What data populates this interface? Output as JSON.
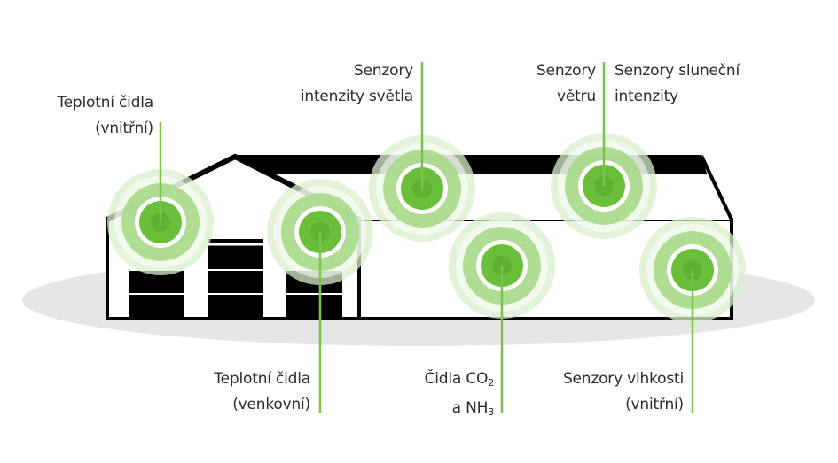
{
  "diagram": {
    "title": "",
    "colors": {
      "sensor_green": "#6abf3a",
      "sensor_green_dark": "#5eb130",
      "ring_mid": "#a8d98a",
      "ring_outer": "#d9efcc",
      "leader_line": "#7cc24e",
      "building_outline": "#000000",
      "ground": "#e6e6e6",
      "text": "#2b2b2b"
    },
    "labels": {
      "temp_inner": {
        "line1": "Teplotní čidla",
        "line2": "(vnitřní)"
      },
      "light": {
        "line1": "Senzory",
        "line2": "intenzity světla"
      },
      "wind": {
        "line1": "Senzory",
        "line2": "větru"
      },
      "solar": {
        "line1": "Senzory sluneční",
        "line2": "intenzity"
      },
      "temp_outer": {
        "line1": "Teplotní čidla",
        "line2": "(venkovní)"
      },
      "co2": {
        "line1_main": "Čidla CO",
        "line1_sub": "2",
        "line2_main": "a NH",
        "line2_sub": "3"
      },
      "humidity": {
        "line1": "Senzory vlhkosti",
        "line2": "(vnitřní)"
      }
    },
    "sensors": [
      {
        "id": "temp-inner",
        "label_ref": "temp_inner"
      },
      {
        "id": "temp-outer",
        "label_ref": "temp_outer"
      },
      {
        "id": "light",
        "label_ref": "light"
      },
      {
        "id": "wind",
        "label_ref": "wind"
      },
      {
        "id": "co2",
        "label_ref": "co2"
      },
      {
        "id": "humidity",
        "label_ref": "humidity"
      }
    ]
  }
}
